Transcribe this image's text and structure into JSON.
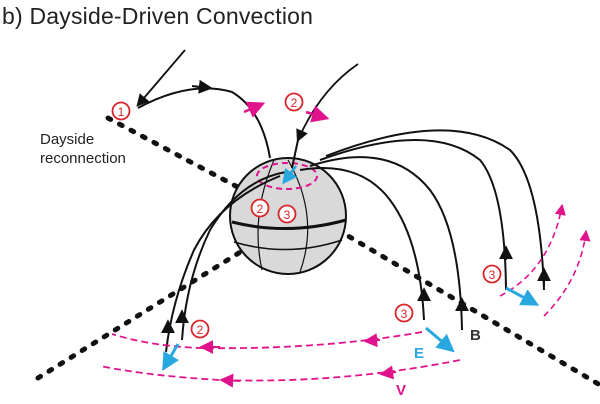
{
  "title": "b) Dayside-Driven Convection",
  "annotation": {
    "line1": "Dayside",
    "line2": "reconnection"
  },
  "labels": {
    "field": "B",
    "electric": "E",
    "velocity": "V"
  },
  "steps": {
    "s1": "1",
    "s2": "2",
    "s3": "3"
  },
  "colors": {
    "field_line": "#111111",
    "electric_field": "#29a8e0",
    "flow": "#e0138c",
    "step_marker": "#d9252a",
    "planet_fill": "#d9d9d9",
    "neutral_line": "#111111"
  }
}
